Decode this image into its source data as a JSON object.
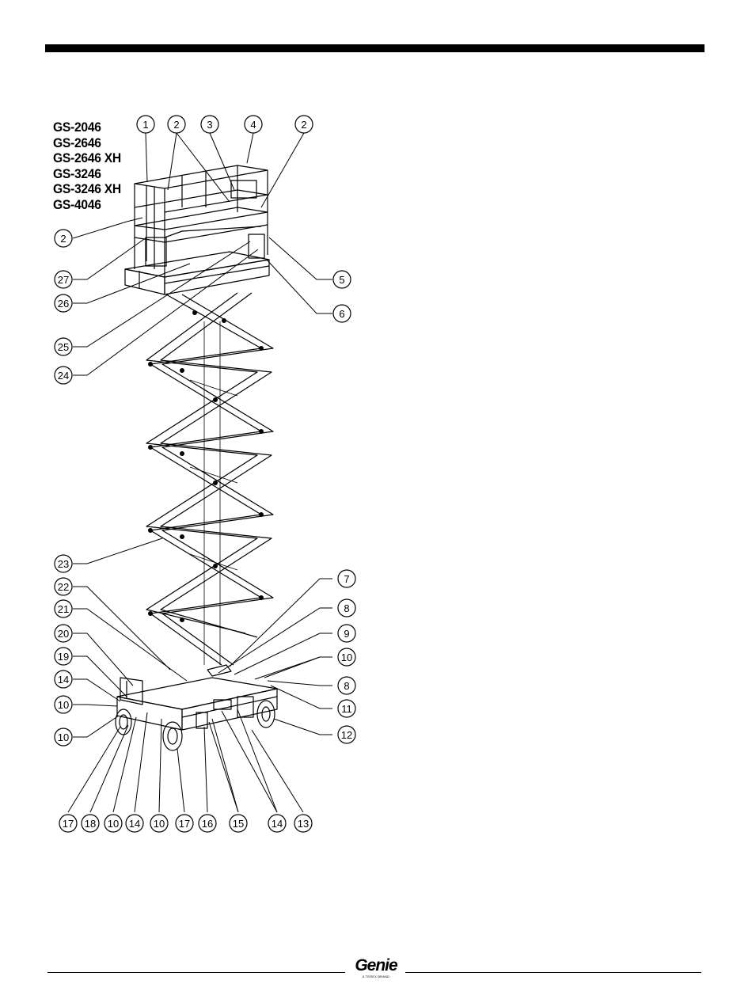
{
  "models": [
    "GS-2046",
    "GS-2646",
    "GS-2646 XH",
    "GS-3246",
    "GS-3246 XH",
    "GS-4046"
  ],
  "callouts": [
    {
      "number": "1"
    },
    {
      "number": "2"
    },
    {
      "number": "3"
    },
    {
      "number": "4"
    },
    {
      "number": "2"
    },
    {
      "number": "2"
    },
    {
      "number": "27"
    },
    {
      "number": "26"
    },
    {
      "number": "25"
    },
    {
      "number": "24"
    },
    {
      "number": "5"
    },
    {
      "number": "6"
    },
    {
      "number": "23"
    },
    {
      "number": "22"
    },
    {
      "number": "21"
    },
    {
      "number": "20"
    },
    {
      "number": "19"
    },
    {
      "number": "14"
    },
    {
      "number": "10"
    },
    {
      "number": "10"
    },
    {
      "number": "7"
    },
    {
      "number": "8"
    },
    {
      "number": "9"
    },
    {
      "number": "10"
    },
    {
      "number": "8"
    },
    {
      "number": "11"
    },
    {
      "number": "12"
    },
    {
      "number": "17"
    },
    {
      "number": "18"
    },
    {
      "number": "10"
    },
    {
      "number": "14"
    },
    {
      "number": "10"
    },
    {
      "number": "17"
    },
    {
      "number": "16"
    },
    {
      "number": "15"
    },
    {
      "number": "14"
    },
    {
      "number": "13"
    }
  ],
  "footer": {
    "brand_name": "Genie",
    "brand_tagline": "A TEREX BRAND"
  }
}
